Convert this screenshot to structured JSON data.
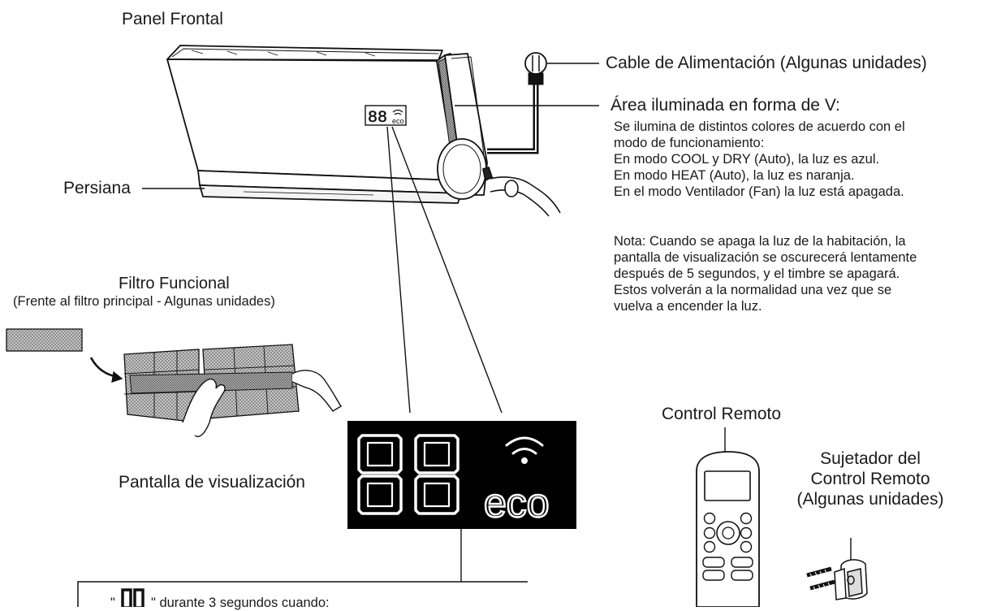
{
  "labels": {
    "front_panel": "Panel Frontal",
    "power_cable": "Cable de Alimentación (Algunas unidades)",
    "v_area_title": "Área iluminada en forma de V:",
    "v_area_lines": [
      "Se ilumina de distintos colores de acuerdo con el",
      "modo de funcionamiento:",
      "En modo COOL y DRY (Auto), la luz es azul.",
      "En modo HEAT (Auto), la luz es naranja.",
      "En el modo Ventilador (Fan) la luz está apagada."
    ],
    "note_lines": [
      "Nota: Cuando se apaga la luz de la habitación, la",
      "pantalla de visualización se oscurecerá lentamente",
      "después de 5 segundos, y el timbre se apagará.",
      "Estos volverán a la normalidad una vez que se",
      "vuelva a encender la luz."
    ],
    "louver": "Persiana",
    "filter_title": "Filtro Funcional",
    "filter_sub": "(Frente al filtro principal - Algunas unidades)",
    "display": "Pantalla de visualización",
    "remote": "Control Remoto",
    "holder_lines": [
      "Sujetador del",
      "Control Remoto",
      "(Algunas unidades)"
    ],
    "display_eco": "eco",
    "bottom_note_prefix": "\"",
    "bottom_note_digits": "00",
    "bottom_note_text": "\" durante 3 segundos cuando:"
  }
}
